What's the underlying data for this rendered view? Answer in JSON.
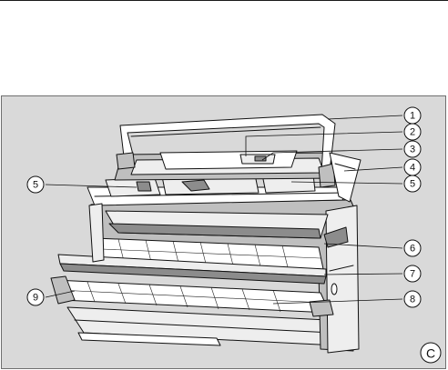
{
  "figure": {
    "callouts": [
      {
        "id": "c1",
        "label": "1"
      },
      {
        "id": "c2",
        "label": "2"
      },
      {
        "id": "c3",
        "label": "3"
      },
      {
        "id": "c4",
        "label": "4"
      },
      {
        "id": "c5l",
        "label": "5"
      },
      {
        "id": "c5r",
        "label": "5"
      },
      {
        "id": "c6",
        "label": "6"
      },
      {
        "id": "c7",
        "label": "7"
      },
      {
        "id": "c8",
        "label": "8"
      },
      {
        "id": "c9",
        "label": "9"
      }
    ],
    "variant_badge": "C"
  }
}
